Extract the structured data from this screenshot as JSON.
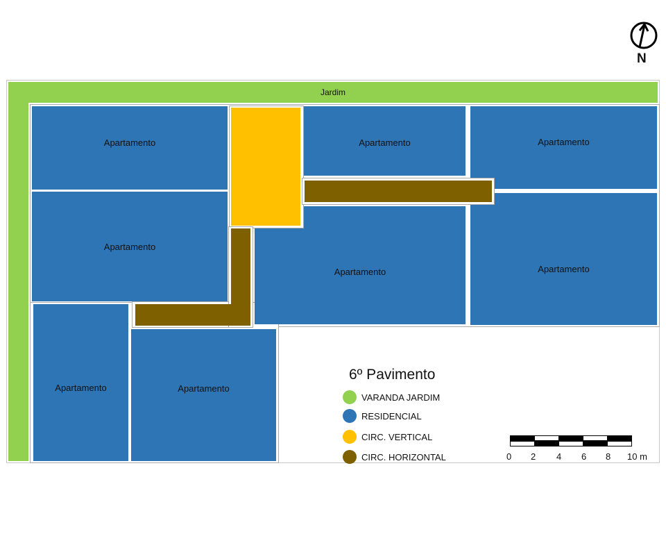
{
  "north": {
    "label": "N"
  },
  "plan": {
    "garden_label": "Jardim",
    "apartment_label": "Apartamento"
  },
  "legend": {
    "title": "6º Pavimento",
    "items": [
      {
        "label": "VARANDA JARDIM",
        "color": "#92d050"
      },
      {
        "label": "RESIDENCIAL",
        "color": "#2e75b6"
      },
      {
        "label": "CIRC. VERTICAL",
        "color": "#ffc000"
      },
      {
        "label": "CIRC. HORIZONTAL",
        "color": "#7f6000"
      }
    ]
  },
  "scale_bar": {
    "ticks": [
      "0",
      "2",
      "4",
      "6",
      "8",
      "10 m"
    ]
  }
}
